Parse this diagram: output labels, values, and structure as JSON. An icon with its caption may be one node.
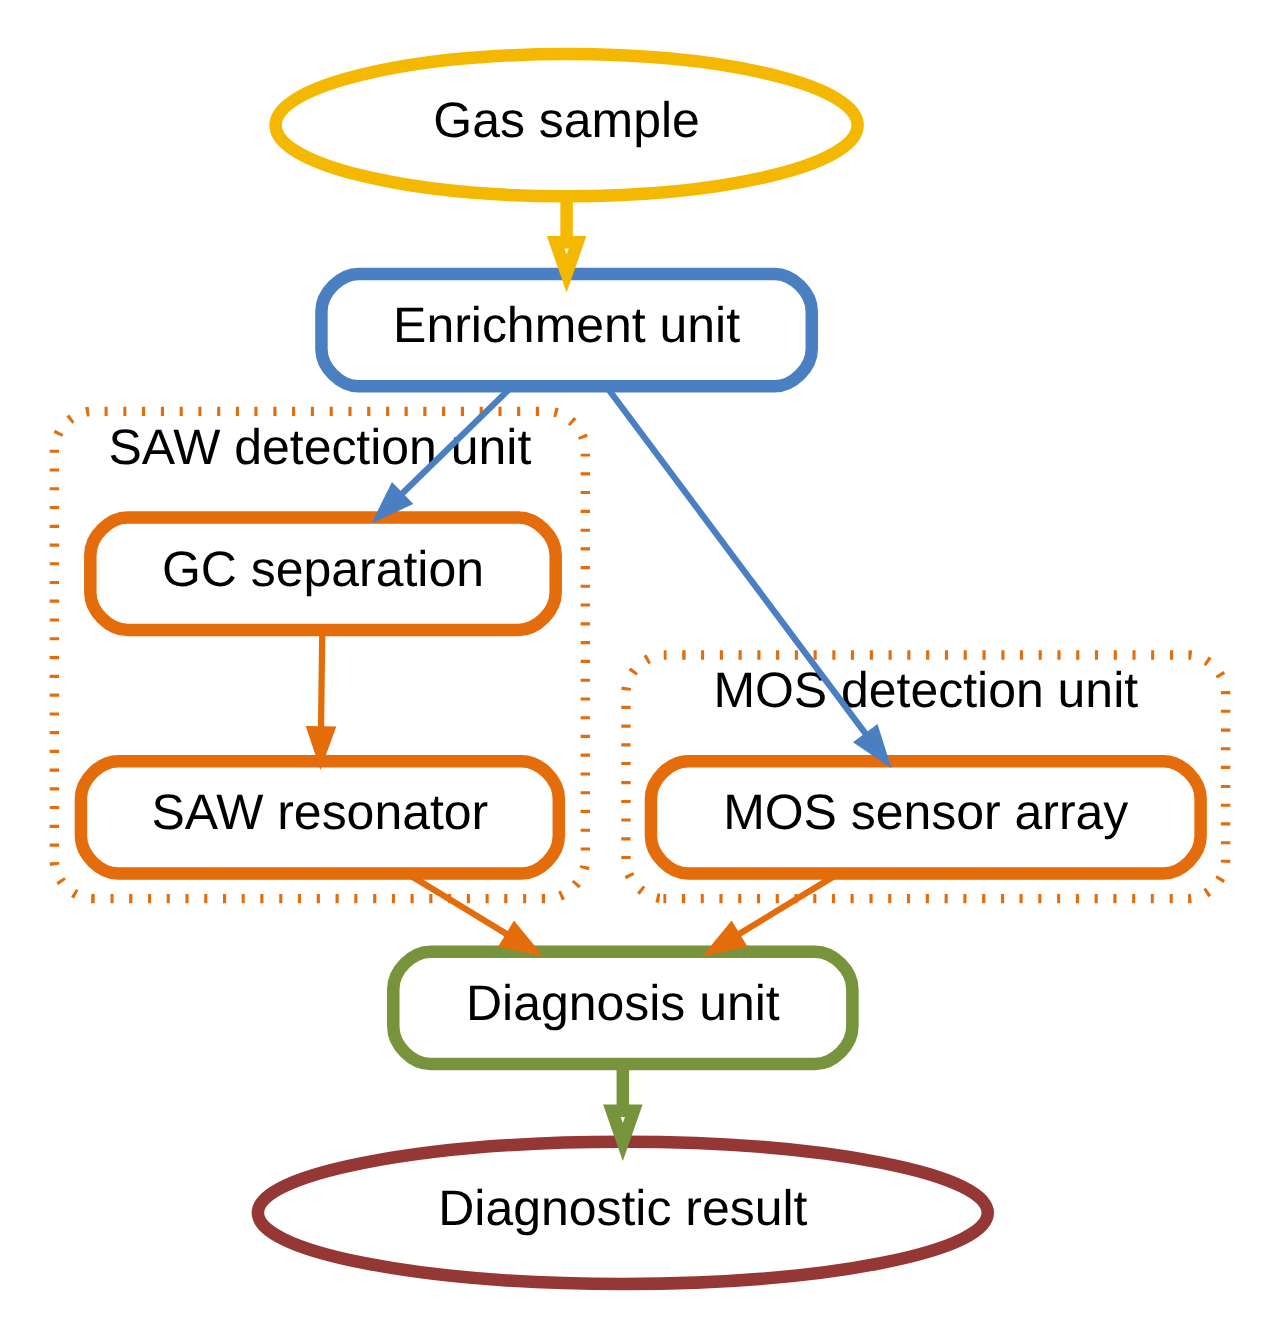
{
  "diagram": {
    "nodes": [
      {
        "text": [
          "Gas sample"
        ]
      },
      {
        "text": [
          "Enrichment unit"
        ]
      },
      {
        "text": [
          "MOS detection unit"
        ]
      },
      {
        "text": [
          "MOS sensor array"
        ],
        "in": 2
      },
      {
        "text": [
          "SAW detection unit"
        ]
      },
      {
        "text": [
          "GC separation"
        ],
        "in": 4
      },
      {
        "text": [
          "SAW resonator"
        ],
        "in": 4
      },
      {
        "text": [
          "Diagnosis unit"
        ]
      },
      {
        "text": [
          "Diagnostic result"
        ]
      }
    ],
    "edges": [
      {
        "from": 0,
        "to": 1,
        "arrow": "to",
        "style": "thick",
        "color": "#f5b800"
      },
      {
        "from": 1,
        "to": 3,
        "arrow": "to",
        "color": "#4a7fc1"
      },
      {
        "from": 1,
        "to": 5,
        "arrow": "to",
        "color": "#4a7fc1"
      },
      {
        "from": 5,
        "to": 6,
        "arrow": "to"
      },
      {
        "from": 3,
        "to": 7,
        "arrow": "to"
      },
      {
        "from": 6,
        "to": 7,
        "arrow": "to"
      },
      {
        "from": 7,
        "to": 8,
        "arrow": "to",
        "style": "thick",
        "color": "#77933c"
      }
    ]
  }
}
